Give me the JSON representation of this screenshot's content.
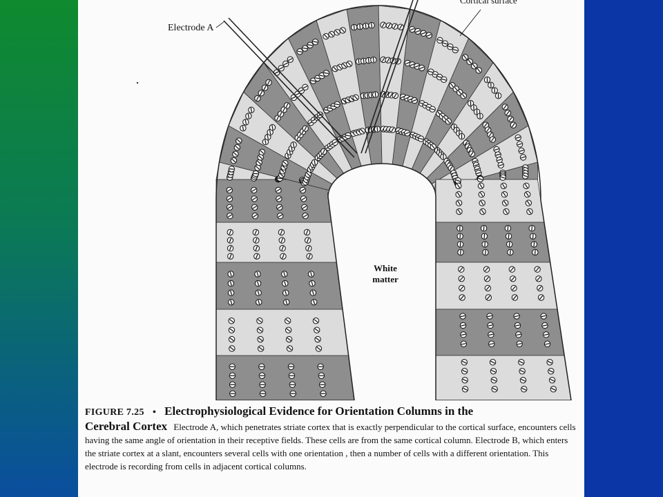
{
  "labels": {
    "electrode_a": "Electrode A",
    "cortical_surface": "Cortical surface",
    "white_matter_line1": "White",
    "white_matter_line2": "matter"
  },
  "caption": {
    "figure_number": "FIGURE 7.25",
    "separator": "•",
    "title_line1": "Electrophysiological Evidence for Orientation Columns in the",
    "title_line2": "Cerebral Cortex",
    "body": "Electrode A, which penetrates striate cortex that is exactly perpendicular to the cortical surface, encounters cells having the same angle of orientation in their receptive fields. These cells are from the same cortical column. Electrode B, which enters the striate cortex at a slant, encounters several cells with one orientation , then a number of cells with a different orientation. This electrode is recording from cells in adjacent cortical columns."
  },
  "colors": {
    "left_gradient_top": "#0f8a2e",
    "left_gradient_bottom": "#0a4e9e",
    "right_band": "#0a36a6",
    "dark_column": "#8e8e8e",
    "light_column": "#dcdcdc"
  }
}
